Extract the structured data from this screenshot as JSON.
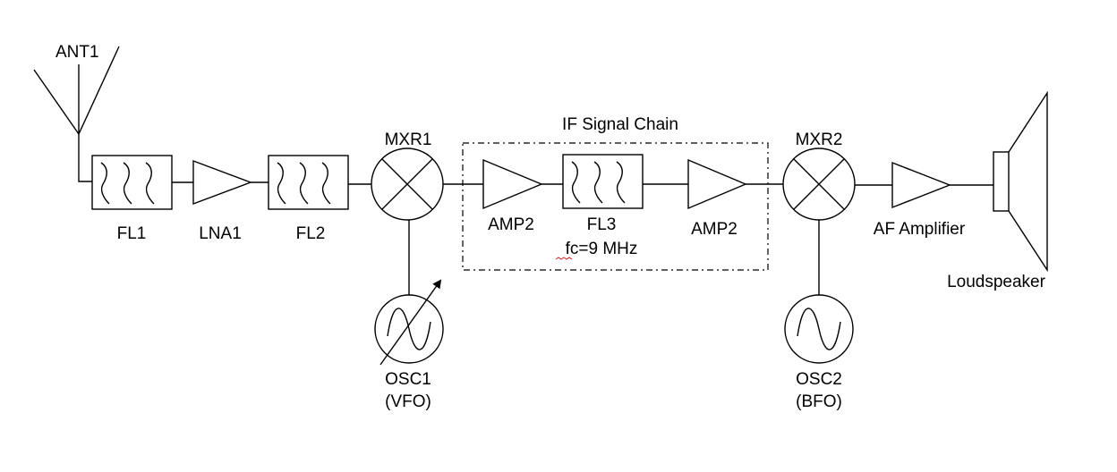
{
  "labels": {
    "antenna": "ANT1",
    "filter1": "FL1",
    "lna": "LNA1",
    "filter2": "FL2",
    "mixer1": "MXR1",
    "if_chain": "IF Signal Chain",
    "amp_a": "AMP2",
    "filter3": "FL3",
    "filter3_freq": "fc=9 MHz",
    "amp_b": "AMP2",
    "mixer2": "MXR2",
    "af_amp": "AF Amplifier",
    "speaker": "Loudspeaker",
    "osc1": "OSC1",
    "osc1_type": "(VFO)",
    "osc2": "OSC2",
    "osc2_type": "(BFO)"
  }
}
